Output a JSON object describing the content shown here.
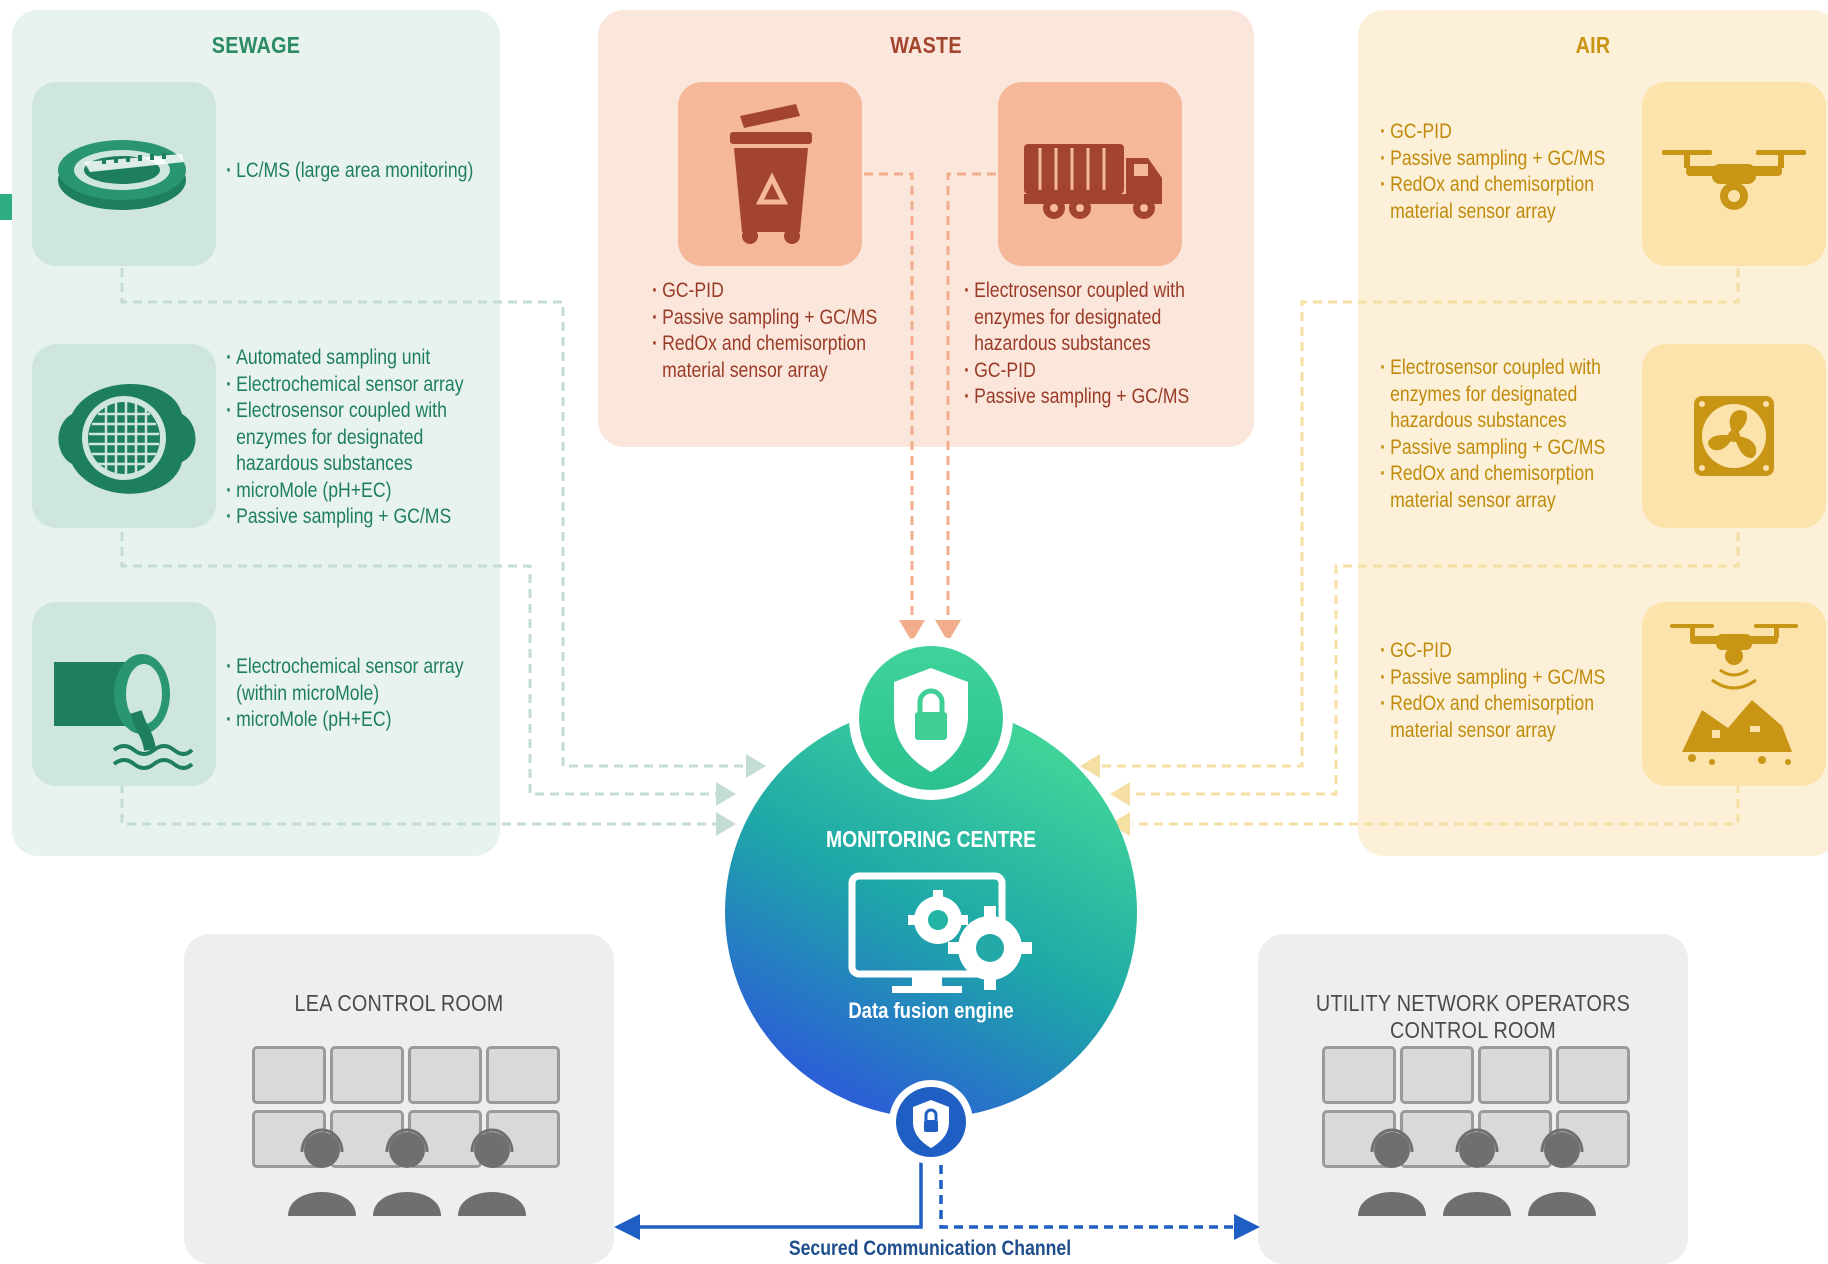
{
  "colors": {
    "sewage": "#2a8a66",
    "waste": "#a3452e",
    "air": "#c89514",
    "monitoring_gradient_top": "#3fd39a",
    "monitoring_gradient_bottom": "#2b63d6",
    "channel": "#1f5fc4"
  },
  "sewage": {
    "title": "SEWAGE",
    "items": [
      {
        "icon": "sewage-basin-icon",
        "lines": [
          "LC/MS (large area monitoring)"
        ]
      },
      {
        "icon": "manhole-cover-icon",
        "lines": [
          "Automated sampling unit",
          "Electrochemical sensor array",
          "Electrosensor coupled with",
          "enzymes for designated",
          "hazardous substances",
          "microMole (pH+EC)",
          "Passive sampling + GC/MS"
        ]
      },
      {
        "icon": "discharge-pipe-icon",
        "lines": [
          "Electrochemical sensor array",
          "(within microMole)",
          "microMole (pH+EC)"
        ]
      }
    ]
  },
  "waste": {
    "title": "WASTE",
    "items": [
      {
        "icon": "recycle-bin-icon",
        "lines": [
          "GC-PID",
          "Passive sampling + GC/MS",
          "RedOx and chemisorption",
          "material sensor array"
        ]
      },
      {
        "icon": "garbage-truck-icon",
        "lines": [
          "Electrosensor coupled with",
          "enzymes for designated",
          "hazardous substances",
          "GC-PID",
          "Passive sampling + GC/MS"
        ]
      }
    ]
  },
  "air": {
    "title": "AIR",
    "items": [
      {
        "icon": "drone-icon",
        "lines": [
          "GC-PID",
          "Passive sampling + GC/MS",
          "RedOx and chemisorption",
          "material sensor array"
        ]
      },
      {
        "icon": "ventilation-fan-icon",
        "lines": [
          "Electrosensor coupled with",
          "enzymes for designated",
          "hazardous substances",
          "Passive sampling + GC/MS",
          "RedOx and chemisorption",
          "material sensor array"
        ]
      },
      {
        "icon": "drone-scanning-debris-icon",
        "lines": [
          "GC-PID",
          "Passive sampling + GC/MS",
          "RedOx and chemisorption",
          "material sensor array"
        ]
      }
    ]
  },
  "monitoring_centre": {
    "title": "MONITORING CENTRE",
    "subtitle": "Data fusion engine"
  },
  "control_rooms": {
    "lea": "LEA CONTROL ROOM",
    "utility": "UTILITY NETWORK OPERATORS CONTROL ROOM"
  },
  "channel_label": "Secured Communication Channel"
}
